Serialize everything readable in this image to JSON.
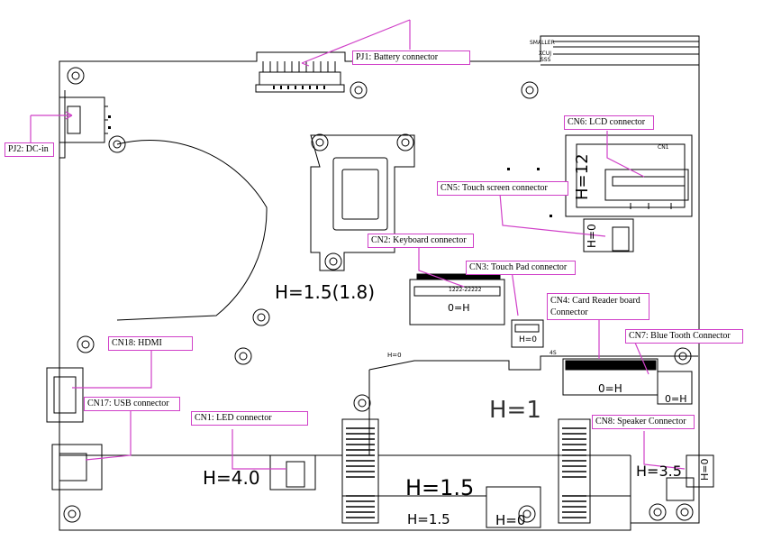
{
  "labels": {
    "pj1": "PJ1: Battery connector",
    "pj2": "PJ2: DC-in",
    "cn6": "CN6: LCD connector",
    "cn5": "CN5: Touch screen connector",
    "cn2": "CN2: Keyboard connector",
    "cn3": "CN3: Touch Pad connector",
    "cn4": "CN4: Card Reader board Connector",
    "cn7": "CN7: Blue Tooth Connector",
    "cn18": "CN18: HDMI",
    "cn17": "CN17: USB connector",
    "cn1": "CN1: LED connector",
    "cn8": "CN8: Speaker Connector"
  },
  "height_marks": {
    "main": "H=1.5(1.8)",
    "h12": "H=12",
    "h0_cn5": "H=0",
    "h0_cn2": "0=H",
    "h0_cn3": "H=0",
    "h0_cn4": "0=H",
    "h0_cn7": "0=H",
    "h1": "H=1",
    "h40": "H=4.0",
    "h15a": "H=1.5",
    "h15b": "H=1.5",
    "h0_bottom": "H=0",
    "h35": "H=3.5",
    "h0_right": "H=0",
    "h0_mid": "H=0"
  },
  "silkscreen": {
    "top_right_1": "SMALLER",
    "top_right_2": "XCUJ",
    "top_right_3": "SSS",
    "cn6_ref": "CN1",
    "cn4_ref": "4S",
    "touch_code": "1222-22222"
  },
  "colors": {
    "leader": "#d040c8",
    "outline": "#000000",
    "box_border": "#d040c8"
  }
}
